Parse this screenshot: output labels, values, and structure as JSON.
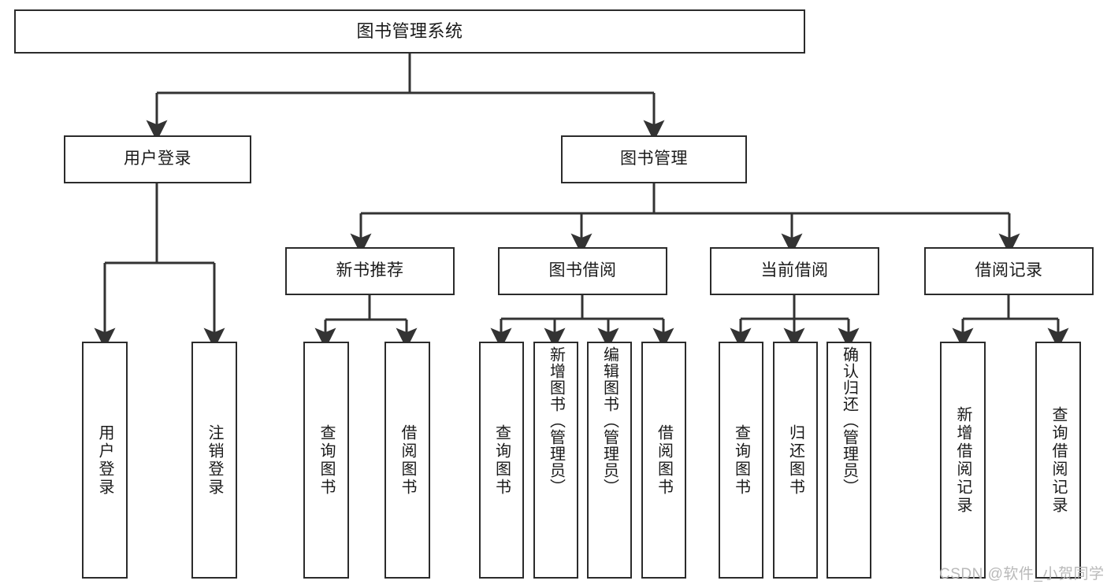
{
  "diagram": {
    "type": "tree",
    "title": "图书管理系统",
    "root": {
      "label": "图书管理系统"
    },
    "level2": [
      {
        "id": "user-login",
        "label": "用户登录"
      },
      {
        "id": "book-management",
        "label": "图书管理"
      }
    ],
    "level3": [
      {
        "id": "new-book-recommend",
        "label": "新书推荐",
        "parent": "book-management"
      },
      {
        "id": "book-borrow",
        "label": "图书借阅",
        "parent": "book-management"
      },
      {
        "id": "current-borrow",
        "label": "当前借阅",
        "parent": "book-management"
      },
      {
        "id": "borrow-record",
        "label": "借阅记录",
        "parent": "book-management"
      }
    ],
    "leaves": [
      {
        "id": "leaf-user-login",
        "label": "用户登录",
        "parent": "user-login"
      },
      {
        "id": "leaf-logout-login",
        "label": "注销登录",
        "parent": "user-login"
      },
      {
        "id": "leaf-query-book-1",
        "label": "查询图书",
        "parent": "new-book-recommend"
      },
      {
        "id": "leaf-borrow-book-1",
        "label": "借阅图书",
        "parent": "new-book-recommend"
      },
      {
        "id": "leaf-query-book-2",
        "label": "查询图书",
        "parent": "book-borrow"
      },
      {
        "id": "leaf-add-book",
        "label": "新增图书（管理员）",
        "parent": "book-borrow"
      },
      {
        "id": "leaf-edit-book",
        "label": "编辑图书（管理员）",
        "parent": "book-borrow"
      },
      {
        "id": "leaf-borrow-book-2",
        "label": "借阅图书",
        "parent": "book-borrow"
      },
      {
        "id": "leaf-query-book-3",
        "label": "查询图书",
        "parent": "current-borrow"
      },
      {
        "id": "leaf-return-book",
        "label": "归还图书",
        "parent": "current-borrow"
      },
      {
        "id": "leaf-confirm-return",
        "label": "确认归还（管理员）",
        "parent": "current-borrow"
      },
      {
        "id": "leaf-add-record",
        "label": "新增借阅记录",
        "parent": "borrow-record"
      },
      {
        "id": "leaf-query-record",
        "label": "查询借阅记录",
        "parent": "borrow-record"
      }
    ],
    "colors": {
      "border": "#2b2b2b",
      "background": "#ffffff",
      "text": "#1a1a1a",
      "edge": "#333333",
      "watermark": "#b9b9b9"
    }
  },
  "watermark": {
    "text": "CSDN @软件_小贺同学"
  }
}
